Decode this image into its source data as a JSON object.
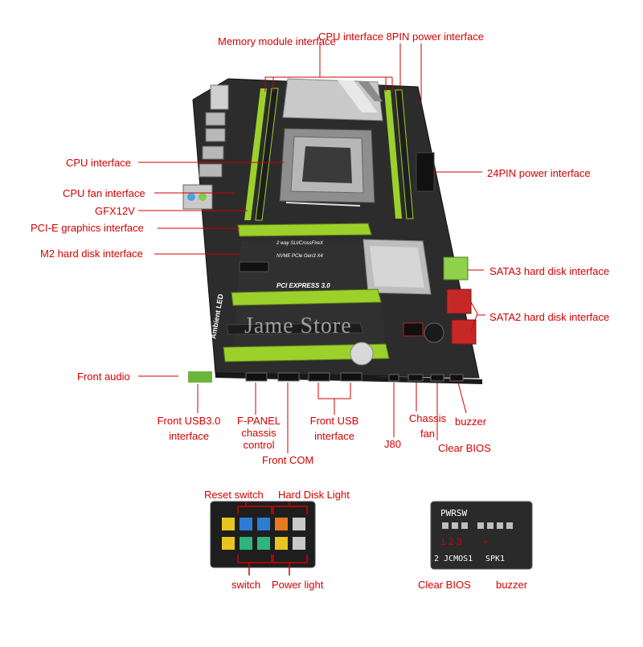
{
  "labels": {
    "memory": "Memory module interface",
    "cpu_power": "CPU interface 8PIN power interface",
    "cpu": "CPU interface",
    "cpu_fan": "CPU fan interface",
    "gfx": "GFX12V",
    "pcie_gfx": "PCI-E graphics interface",
    "m2": "M2 hard disk interface",
    "atx24": "24PIN power interface",
    "sata3": "SATA3 hard disk interface",
    "sata2": "SATA2 hard disk interface",
    "front_audio": "Front audio",
    "usb3_l1": "Front USB3.0",
    "usb3_l2": "interface",
    "fpanel_l1": "F-PANEL",
    "fpanel_l2": "chassis",
    "fpanel_l3": "control",
    "front_com": "Front COM",
    "front_usb_l1": "Front USB",
    "front_usb_l2": "interface",
    "j80": "J80",
    "chassis_fan_l1": "Chassis",
    "chassis_fan_l2": "fan",
    "buzzer": "buzzer",
    "clear_bios": "Clear BIOS",
    "reset_switch": "Reset switch",
    "hdd_light": "Hard Disk Light",
    "switch": "switch",
    "power_light": "Power light",
    "clear_bios_2": "Clear BIOS",
    "buzzer_2": "buzzer"
  },
  "board_text": {
    "watermark": "Jame Store",
    "ambient": "Ambient LED",
    "pci_express": "PCI EXPRESS 3.0",
    "nvme": "NVME PCIe Gen3 X4",
    "crossfire": "2 way SLI/CrossFireX",
    "pwrsw": "PWRSW",
    "jcmos": "2 JCMOS1",
    "spk": "SPK1",
    "nums": "1 2 3"
  },
  "colors": {
    "label": "#d40000",
    "board": "#2b2b2b",
    "slot_green": "#9cd12b"
  }
}
